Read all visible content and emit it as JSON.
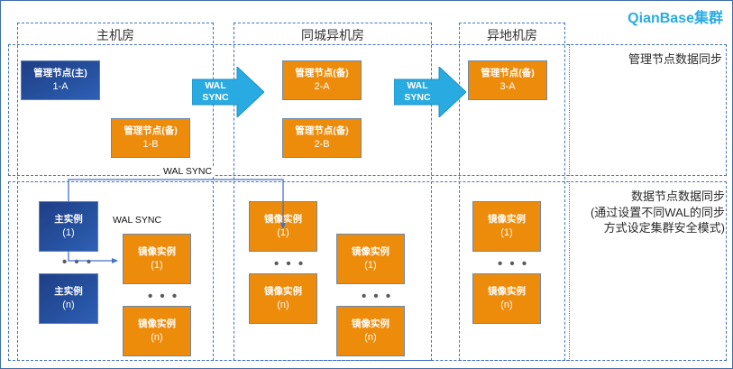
{
  "title": "QianBase集群",
  "colors": {
    "brand": "#29ABE2",
    "primary_node": "#23509E",
    "standby_node": "#ED8B0B",
    "arrow": "#29ABE2",
    "dash_border": "#4472C4",
    "frame": "#3f6fa8"
  },
  "columns": [
    {
      "id": "primary-site",
      "title": "主机房"
    },
    {
      "id": "same-city-site",
      "title": "同城异机房"
    },
    {
      "id": "remote-site",
      "title": "异地机房"
    }
  ],
  "rows": {
    "management": {
      "note": "管理节点数据同步",
      "nodes": {
        "n1a": {
          "line1": "管理节点(主)",
          "line2": "1-A"
        },
        "n1b": {
          "line1": "管理节点(备)",
          "line2": "1-B"
        },
        "n2a": {
          "line1": "管理节点(备)",
          "line2": "2-A"
        },
        "n2b": {
          "line1": "管理节点(备)",
          "line2": "2-B"
        },
        "n3a": {
          "line1": "管理节点(备)",
          "line2": "3-A"
        }
      },
      "arrows": [
        {
          "id": "arrow-1",
          "line1": "WAL",
          "line2": "SYNC"
        },
        {
          "id": "arrow-2",
          "line1": "WAL",
          "line2": "SYNC"
        }
      ]
    },
    "data": {
      "note_lines": [
        "数据节点数据同步",
        "(通过设置不同WAL的同步",
        "方式设定集群安全模式)"
      ],
      "nodes": {
        "p1": {
          "line1": "主实例",
          "line2": "(1)"
        },
        "pn": {
          "line1": "主实例",
          "line2": "(n)"
        },
        "m1_1": {
          "line1": "镜像实例",
          "line2": "(1)"
        },
        "m1_n": {
          "line1": "镜像实例",
          "line2": "(n)"
        },
        "m2a_1": {
          "line1": "镜像实例",
          "line2": "(1)"
        },
        "m2a_n": {
          "line1": "镜像实例",
          "line2": "(n)"
        },
        "m2b_1": {
          "line1": "镜像实例",
          "line2": "(1)"
        },
        "m2b_n": {
          "line1": "镜像实例",
          "line2": "(n)"
        },
        "m3_1": {
          "line1": "镜像实例",
          "line2": "(1)"
        },
        "m3_n": {
          "line1": "镜像实例",
          "line2": "(n)"
        }
      },
      "ellipses": {
        "e_primary": "• • •",
        "e_mirror1": "• • •",
        "e_mirror2a": "• • •",
        "e_mirror2b": "• • •",
        "e_mirror3": "• • •"
      },
      "connector_labels": {
        "cross_site": "WAL SYNC",
        "local": "WAL SYNC"
      }
    }
  }
}
